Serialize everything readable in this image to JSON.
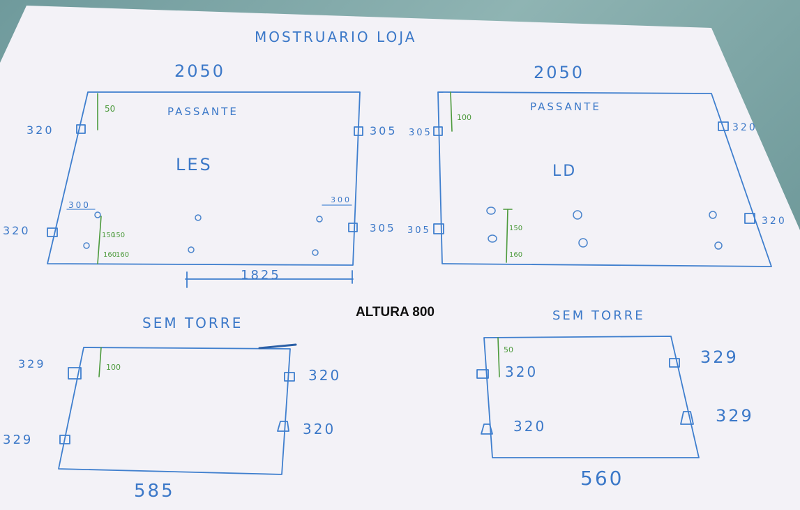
{
  "title": "MOSTRUARIO LOJA",
  "overlay_label": "ALTURA 800",
  "panels": {
    "top_left": {
      "width": "2050",
      "type": "PASSANTE",
      "name": "LES",
      "left_pos": "320",
      "right_pos": "305",
      "left_lower": "320",
      "right_lower": "305",
      "top_offset": "50",
      "side_offset": "300",
      "side_offset_right": "300",
      "small_a": "150",
      "small_b": "150",
      "small_c": "160",
      "small_d": "160",
      "bottom_dim": "1825"
    },
    "top_right": {
      "width": "2050",
      "type": "PASSANTE",
      "name": "LD",
      "left_pos": "305",
      "right_pos": "320",
      "left_lower": "305",
      "right_lower": "320",
      "top_offset": "100",
      "small_a": "150",
      "small_b": "160"
    },
    "bottom_left": {
      "type": "SEM TORRE",
      "left_upper": "329",
      "left_lower": "329",
      "right_upper": "320",
      "right_lower": "320",
      "top_offset": "100",
      "bottom_dim": "585"
    },
    "bottom_right": {
      "type": "SEM TORRE",
      "left_upper": "320",
      "left_lower": "320",
      "right_upper": "329",
      "right_lower": "329",
      "top_offset": "50",
      "bottom_dim": "560"
    }
  },
  "colors": {
    "paper": "#f4f3f8",
    "ink": "#3f7fce",
    "green_ink": "#4c9a3c",
    "background": "#6f9a9c"
  }
}
